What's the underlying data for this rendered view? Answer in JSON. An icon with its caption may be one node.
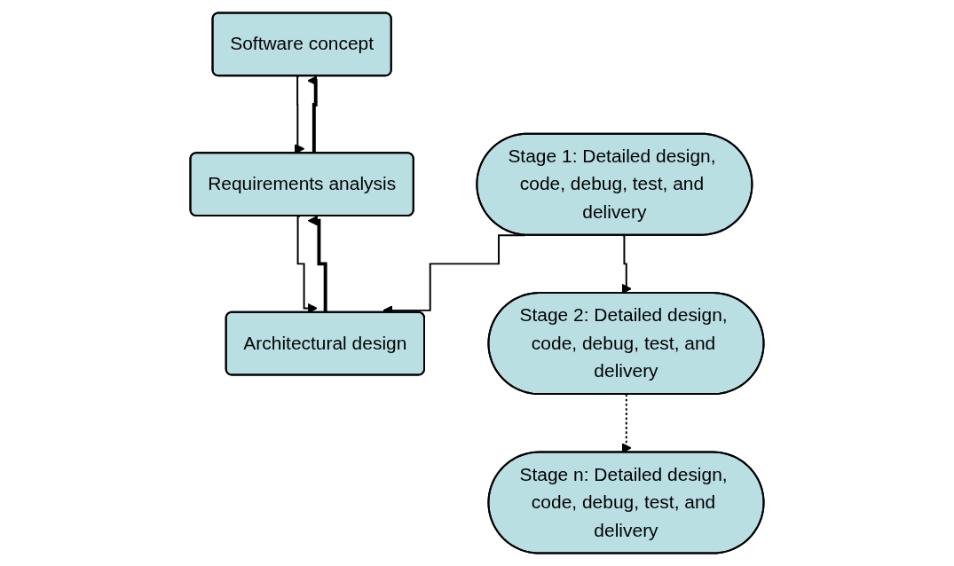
{
  "diagram": {
    "nodes": [
      {
        "text": [
          "Software concept"
        ]
      },
      {
        "text": [
          "Requirements analysis"
        ]
      },
      {
        "text": [
          "Architectural design"
        ]
      },
      {
        "text": [
          "Stage 1: Detailed design, code, debug, test, and delivery"
        ]
      },
      {
        "text": [
          "Stage 2: Detailed design, code, debug, test, and delivery"
        ]
      },
      {
        "text": [
          "Stage n: Detailed design, code, debug, test, and delivery"
        ]
      }
    ],
    "edges": [
      {
        "from": 0,
        "to": 1,
        "arrow": "to"
      },
      {
        "from": 1,
        "to": 0,
        "arrow": "to",
        "style": "thick"
      },
      {
        "from": 1,
        "to": 2,
        "arrow": "to"
      },
      {
        "from": 2,
        "to": 1,
        "arrow": "to",
        "style": "thick"
      },
      {
        "from": 3,
        "to": 2,
        "arrow": "to"
      },
      {
        "from": 3,
        "to": 4,
        "arrow": "to"
      },
      {
        "from": 4,
        "to": 5,
        "arrow": "to",
        "style": "dashed"
      }
    ]
  }
}
